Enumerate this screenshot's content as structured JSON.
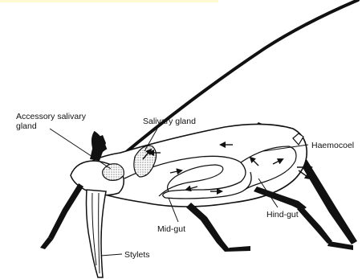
{
  "diagram": {
    "labels": {
      "accessory_salivary_gland_line1": "Accessory salivary",
      "accessory_salivary_gland_line2": "gland",
      "salivary_gland": "Salivary gland",
      "haemocoel": "Haemocoel",
      "hind_gut": "Hind-gut",
      "mid_gut": "Mid-gut",
      "stylets": "Stylets"
    }
  }
}
